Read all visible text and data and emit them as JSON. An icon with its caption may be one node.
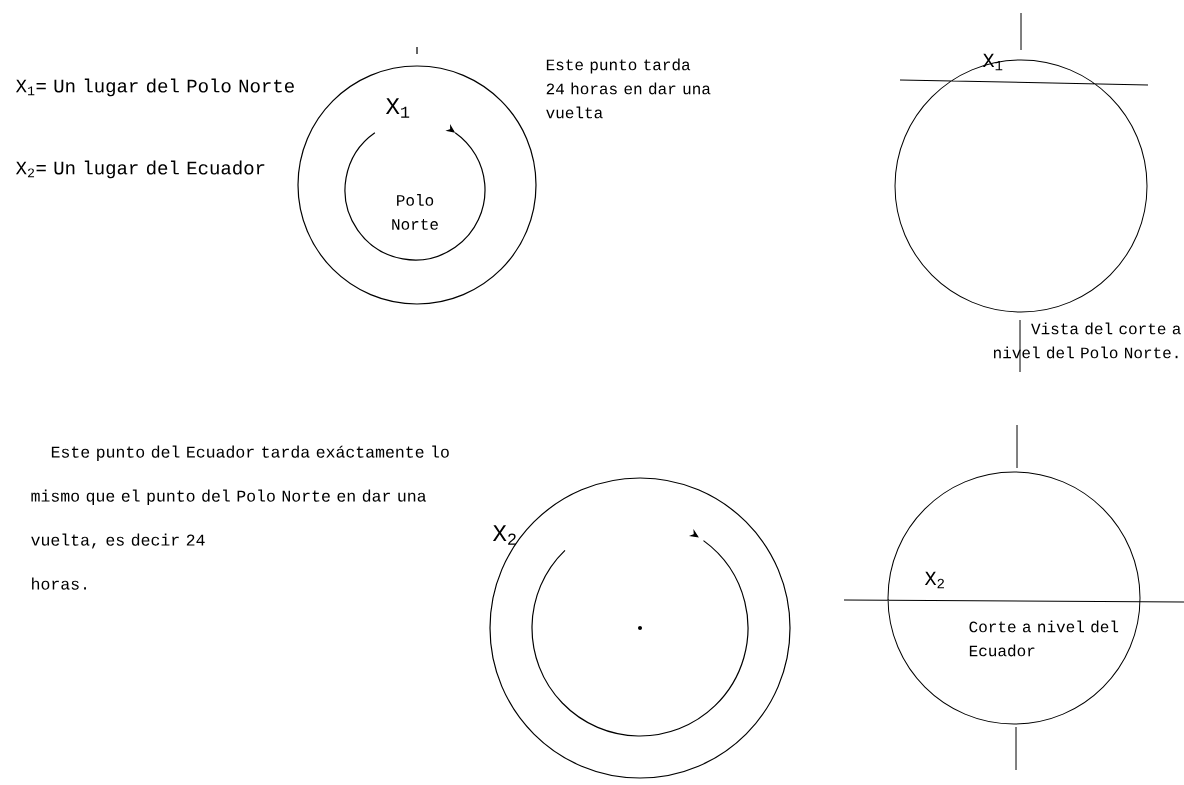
{
  "diagram": {
    "labels": [
      "X$_{1}$= Un lugar del  Polo Norte",
      "X$_{2}$= Un lugar del Ecuador",
      "X$_{1}$",
      "Este punto tarda 24 horas en dar una vuelta",
      "Polo Norte",
      "X$_{1}$",
      "Vista del corte a nivel del Polo Norte.",
      "Este punto del Ecuador tarda exáctamente lo mismo que el punto del Polo Norte en dar una vuelta, es decir 24",
      "X$_{2}$",
      "horas.",
      "X$_{2}$",
      "Corte a nivel del Ecuador"
    ]
  }
}
